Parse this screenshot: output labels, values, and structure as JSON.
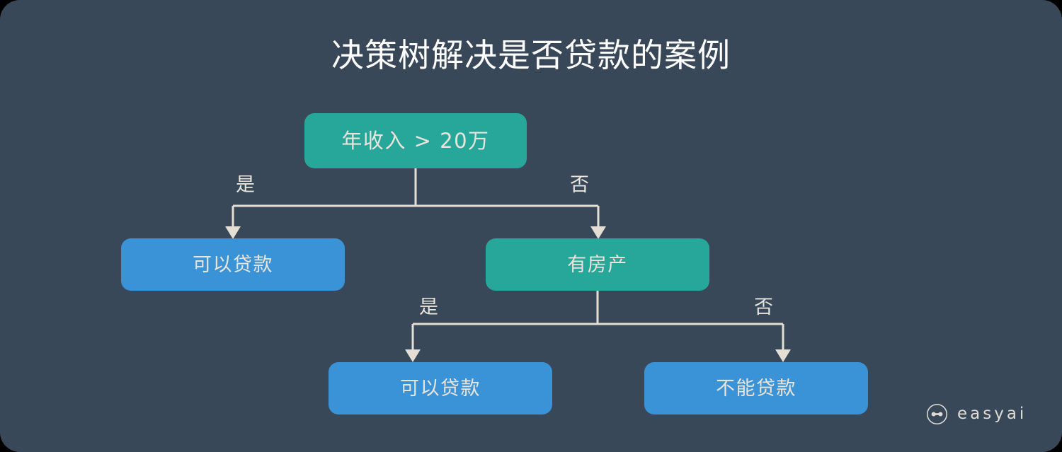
{
  "diagram": {
    "title": "决策树解决是否贷款的案例",
    "type": "decision-tree",
    "background_color": "#394859",
    "decision_node_color": "#26a79a",
    "leaf_node_color": "#3a93d6",
    "line_color": "#e4ded4",
    "text_color": "#e9e4dc",
    "title_color": "#ffffff"
  },
  "nodes": {
    "root": {
      "label": "年收入 > 20万",
      "kind": "decision"
    },
    "can_loan_1": {
      "label": "可以贷款",
      "kind": "leaf"
    },
    "has_house": {
      "label": "有房产",
      "kind": "decision"
    },
    "can_loan_2": {
      "label": "可以贷款",
      "kind": "leaf"
    },
    "cannot_loan": {
      "label": "不能贷款",
      "kind": "leaf"
    }
  },
  "edges": {
    "level1": {
      "yes": "是",
      "no": "否"
    },
    "level2": {
      "yes": "是",
      "no": "否"
    }
  },
  "brand": {
    "name": "easyai",
    "mark": "dumbbell-circle-icon"
  }
}
